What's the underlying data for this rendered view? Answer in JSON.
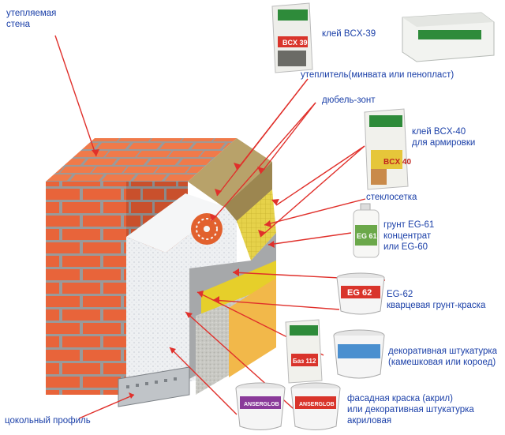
{
  "labels": {
    "wall": [
      "утепляемая",
      "стена"
    ],
    "glue39": "клей BCX-39",
    "insulation": "утеплитель(минвата или пенопласт)",
    "dowel": "дюбель-зонт",
    "glue40": [
      "клей BCX-40",
      "для армировки"
    ],
    "mesh": "стеклосетка",
    "primer": [
      "грунт EG-61",
      "концентрат",
      "или EG-60"
    ],
    "eg62": [
      "EG-62",
      "кварцевая грунт-краска"
    ],
    "plaster": [
      "декоративная штукатурка",
      "(камешковая или короед)"
    ],
    "paint": [
      "фасадная краска (акрил)",
      "или декоративная штукатурка",
      "акриловая"
    ],
    "profile": "цокольный профиль"
  },
  "products": {
    "bag1": "BCX 39",
    "bag2": "BCX 40",
    "bottle": "EG 61",
    "bucket1": "EG 62",
    "bag3": "Баз 112",
    "brand": "ANSERGLOB"
  },
  "colors": {
    "label_text": "#1a3fa8",
    "arrow": "#e0302b",
    "brick": "#e8643a",
    "mortar": "#9a9a9a"
  }
}
